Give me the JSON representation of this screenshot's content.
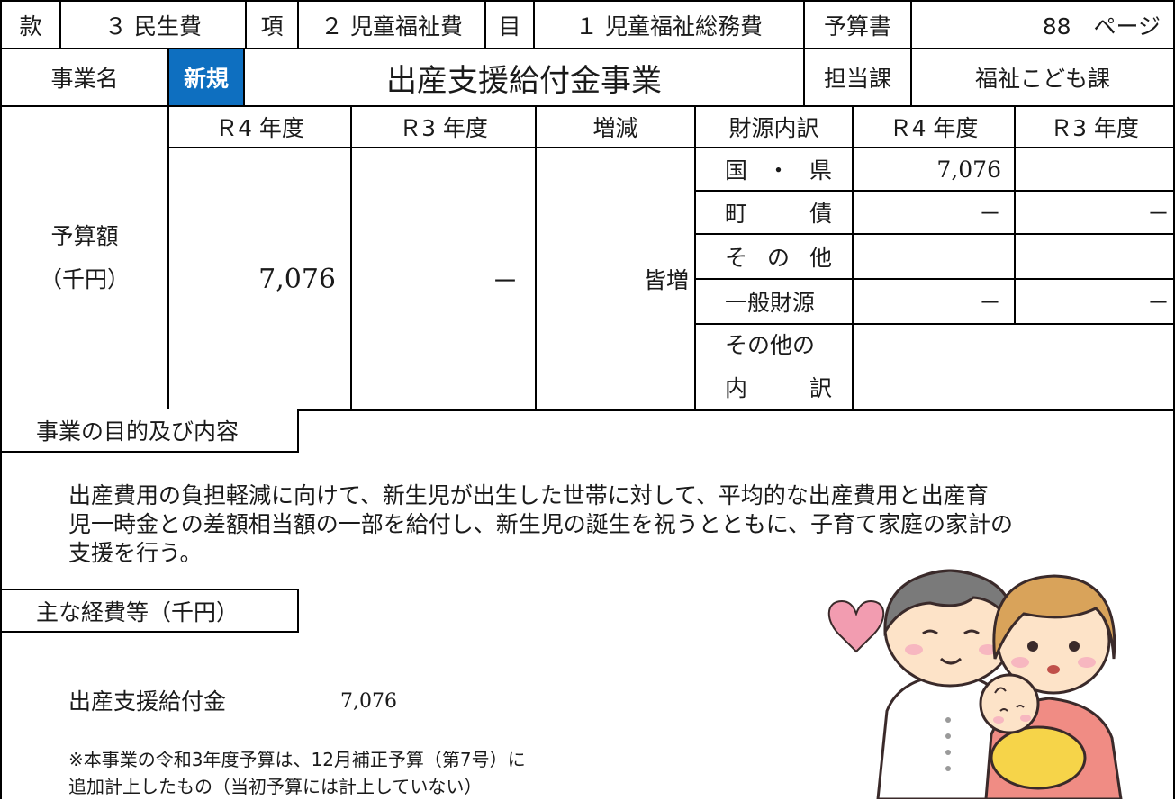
{
  "header": {
    "kan_label": "款",
    "kan_value": "３ 民生費",
    "kou_label": "項",
    "kou_value": "２ 児童福祉費",
    "moku_label": "目",
    "moku_value": "１ 児童福祉総務費",
    "yosansho_label": "予算書",
    "page_value": "88　ページ"
  },
  "project": {
    "name_label": "事業名",
    "badge": "新規",
    "name": "出産支援給付金事業",
    "dept_label": "担当課",
    "dept": "福祉こども課"
  },
  "budget": {
    "col_r4": "Ｒ4 年度",
    "col_r3": "Ｒ3 年度",
    "col_change": "増減",
    "col_source": "財源内訳",
    "col_src_r4": "Ｒ4 年度",
    "col_src_r3": "Ｒ3 年度",
    "row_label_1": "予算額",
    "row_label_2": "（千円）",
    "r4_amount": "7,076",
    "r3_amount": "－",
    "change": "皆増",
    "sources": [
      {
        "a": "国",
        "b": "・",
        "c": "県",
        "r4": "7,076",
        "r3": ""
      },
      {
        "a": "町",
        "b": "",
        "c": "債",
        "r4": "－",
        "r3": "－"
      },
      {
        "a": "そ",
        "b": "の",
        "c": "他",
        "r4": "",
        "r3": ""
      },
      {
        "label": "一般財源",
        "r4": "－",
        "r3": "－"
      }
    ],
    "other_breakdown_1": "その他の",
    "other_breakdown_2a": "内",
    "other_breakdown_2b": "訳"
  },
  "purpose": {
    "title": "事業の目的及び内容",
    "lines": [
      "出産費用の負担軽減に向けて、新生児が出生した世帯に対して、平均的な出産費用と出産育",
      "児一時金との差額相当額の一部を給付し、新生児の誕生を祝うとともに、子育て家庭の家計の",
      "支援を行う。"
    ]
  },
  "expenses": {
    "title": "主な経費等（千円）",
    "item_label": "出産支援給付金",
    "item_value": "7,076",
    "note_1": "※本事業の令和3年度予算は、12月補正予算（第7号）に",
    "note_2": "追加計上したもの（当初予算には計上していない）"
  },
  "illustration": {
    "icon": "family-with-baby-illustration",
    "colors": {
      "skin": "#fde3c8",
      "father_hair": "#7a7a7a",
      "mother_hair": "#d9a35a",
      "mother_shirt": "#f08c84",
      "baby_cloth": "#f6d449",
      "heart": "#f29cb0"
    }
  }
}
